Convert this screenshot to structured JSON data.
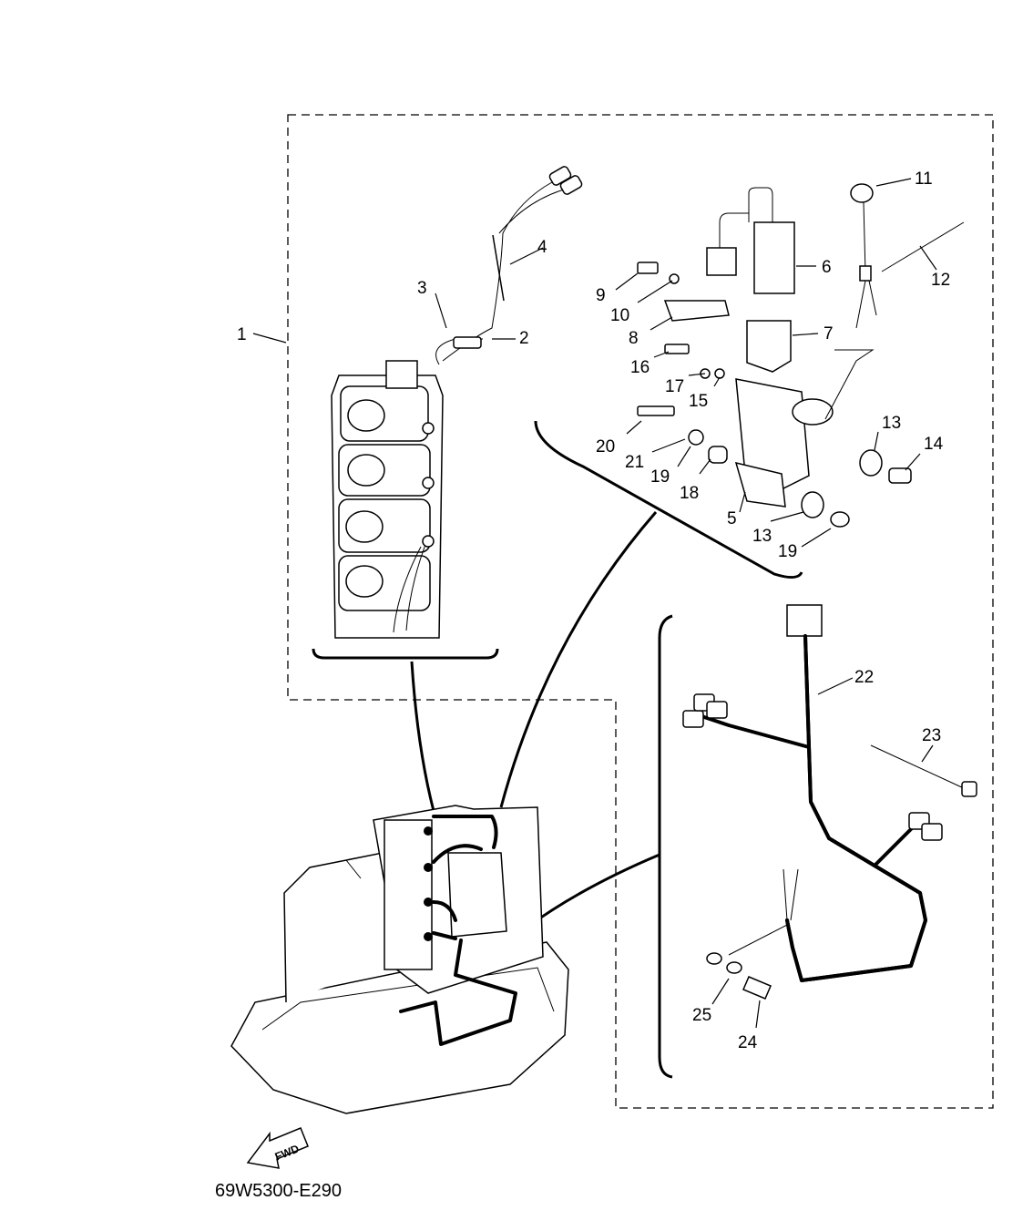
{
  "diagram": {
    "code": "69W5300-E290",
    "fwd_label": "FWD",
    "callouts": {
      "c1": "1",
      "c2": "2",
      "c3": "3",
      "c4": "4",
      "c5": "5",
      "c6": "6",
      "c7": "7",
      "c8": "8",
      "c9": "9",
      "c10": "10",
      "c11": "11",
      "c12": "12",
      "c13a": "13",
      "c13b": "13",
      "c14": "14",
      "c15": "15",
      "c16": "16",
      "c17": "17",
      "c18": "18",
      "c19a": "19",
      "c19b": "19",
      "c20": "20",
      "c21": "21",
      "c22": "22",
      "c23": "23",
      "c24": "24",
      "c25": "25"
    }
  }
}
